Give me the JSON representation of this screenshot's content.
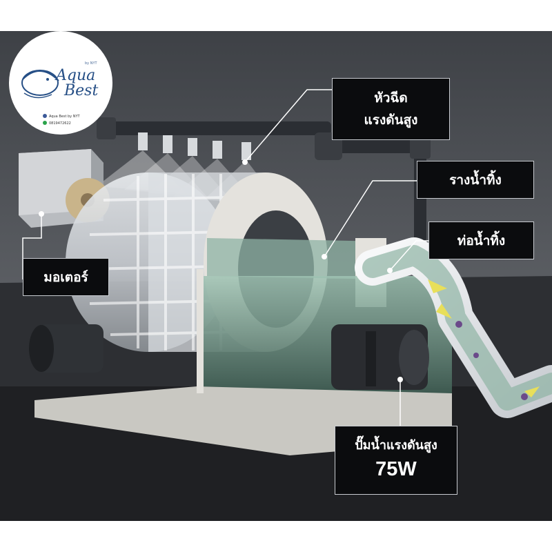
{
  "colors": {
    "wall": "#4a4d52",
    "floor": "#2b2d31",
    "callout_bg": "#0b0c0e",
    "callout_text": "#ffffff",
    "logo_blue": "#264f86",
    "water": "#8fb3a4",
    "flow_arrow": "#e8df5a"
  },
  "logo": {
    "brand_line1": "Aqua",
    "brand_line2": "Best",
    "byline": "by NYT",
    "facebook_text": "Aqua Best by NYT",
    "phone_text": "0819472622",
    "icons": [
      "fish-icon",
      "facebook-icon",
      "phone-icon"
    ]
  },
  "callouts": {
    "nozzle": {
      "line1": "หัวฉีด",
      "line2": "แรงดันสูง"
    },
    "trough": {
      "label": "รางน้ำทิ้ง"
    },
    "drain": {
      "label": "ท่อน้ำทิ้ง"
    },
    "motor": {
      "label": "มอเตอร์"
    },
    "pump": {
      "line1": "ปั๊มน้ำแรงดันสูง",
      "line2": "75W"
    }
  }
}
